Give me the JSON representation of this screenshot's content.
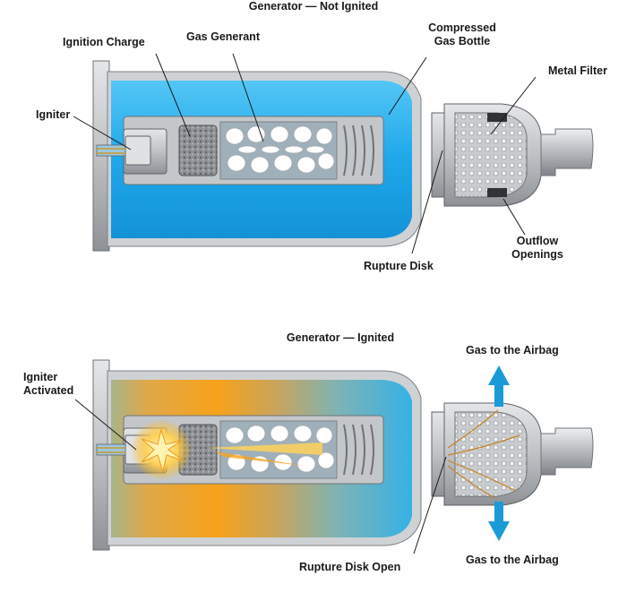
{
  "top_diagram": {
    "title": "Generator — Not Ignited",
    "labels": {
      "igniter": "Igniter",
      "ignition_charge": "Ignition Charge",
      "gas_generant": "Gas Generant",
      "compressed_gas_bottle": "Compressed\nGas Bottle",
      "metal_filter": "Metal Filter",
      "rupture_disk": "Rupture Disk",
      "outflow_openings": "Outflow\nOpenings"
    }
  },
  "bottom_diagram": {
    "title": "Generator — Ignited",
    "labels": {
      "igniter_activated": "Igniter\nActivated",
      "gas_to_airbag_top": "Gas to the Airbag",
      "gas_to_airbag_bottom": "Gas to the Airbag",
      "rupture_disk_open": "Rupture Disk Open"
    }
  },
  "colors": {
    "gas_blue": "#1ea8ea",
    "gas_light": "#6fd0f7",
    "flame_orange": "#f7a21b",
    "housing_gray": "#bfc2c5",
    "housing_dark": "#7d8185",
    "arrow_blue": "#1a9ad6"
  }
}
